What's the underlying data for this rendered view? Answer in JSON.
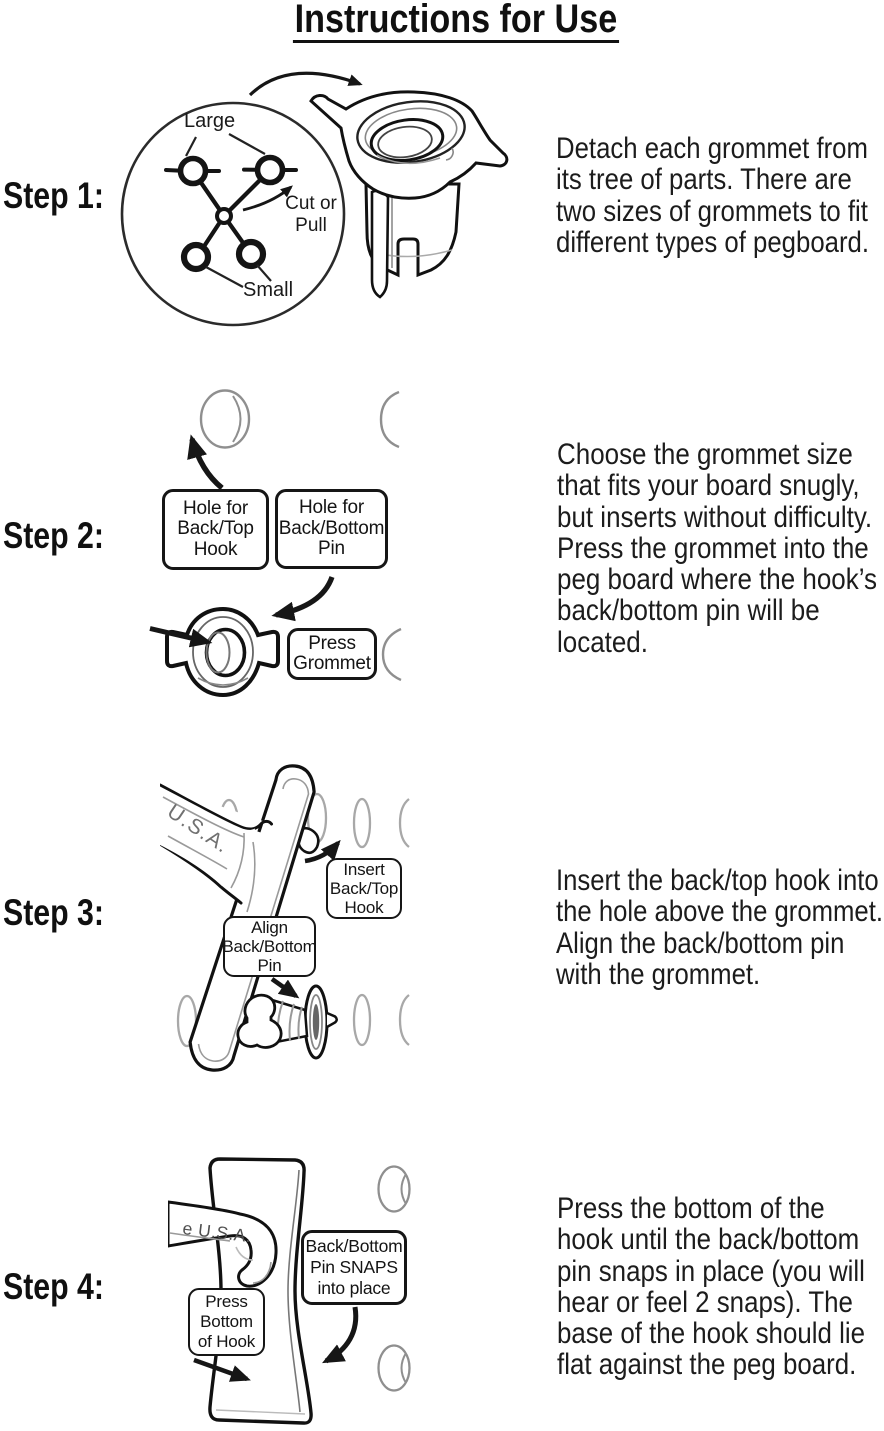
{
  "title": "Instructions for Use",
  "colors": {
    "background": "#ffffff",
    "ink": "#161616",
    "line_gray": "#999999"
  },
  "steps": [
    {
      "label": "Step 1:",
      "text_lines": [
        "Detach each grommet from",
        "its tree of parts. There are",
        "two sizes of grommets to fit",
        "different types of pegboard."
      ],
      "annotations": {
        "large": "Large",
        "small": "Small",
        "cut_or_pull": "Cut or\nPull"
      }
    },
    {
      "label": "Step 2:",
      "text_lines": [
        "Choose the grommet size",
        "that fits your board snugly,",
        "but inserts without difficulty.",
        "Press the grommet into the",
        "peg board where the hook’s",
        "back/bottom pin will be",
        "located."
      ],
      "callouts": {
        "hole_top": "Hole for\nBack/Top\nHook",
        "hole_bottom": "Hole for\nBack/Bottom\nPin",
        "press": "Press\nGrommet"
      }
    },
    {
      "label": "Step 3:",
      "text_lines": [
        "Insert the back/top hook into",
        "the hole above the grommet.",
        "Align the back/bottom pin",
        "with the grommet."
      ],
      "callouts": {
        "insert": "Insert\nBack/Top\nHook",
        "align": "Align\nBack/Bottom\nPin"
      },
      "annotations": {
        "usa": "U.S.A."
      }
    },
    {
      "label": "Step 4:",
      "text_lines": [
        "Press the bottom of the",
        "hook until the back/bottom",
        "pin snaps in place (you will",
        "hear or feel 2 snaps). The",
        "base of the hook should lie",
        "flat against the peg board."
      ],
      "callouts": {
        "snaps": "Back/Bottom\nPin SNAPS\ninto place",
        "press": "Press\nBottom\nof Hook"
      },
      "annotations": {
        "usa": "e U.S.A."
      }
    }
  ]
}
